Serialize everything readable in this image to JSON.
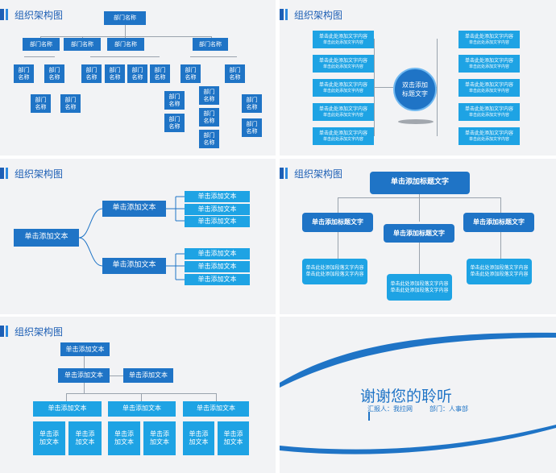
{
  "s1": {
    "title": "组织架构图",
    "root": "部门名称",
    "level2": [
      "部门名称",
      "部门名称",
      "部门名称",
      "部门名称"
    ],
    "cell": "部门\n名称"
  },
  "s2": {
    "title": "组织架构图",
    "center": "双击添加\n标题文字",
    "item_line1": "单击此处添加文字内容",
    "item_line2": "单击此处添加文字内容"
  },
  "s3": {
    "title": "组织架构图",
    "root": "单击添加文本",
    "mid": "单击添加文本",
    "leaf": "单击添加文本"
  },
  "s4": {
    "title": "组织架构图",
    "top": "单击添加标题文字",
    "mid_left": "单击添加标题文字",
    "mid_center": "单击添加标题文字",
    "mid_right": "单击添加标题文字",
    "desc": "单击此处添加段落文字内容\n单击此处添加段落文字内容"
  },
  "s5": {
    "title": "组织架构图",
    "top": "单击添加文本",
    "mid": "单击添加文本",
    "side": "单击添加文本",
    "group": "单击添加文本",
    "cell": "单击添\n加文本"
  },
  "s6": {
    "thanks": "谢谢您的聆听",
    "reporter": "汇报人：我拉网",
    "dept": "部门：人事部"
  },
  "colors": {
    "dark_blue": "#1f74c6",
    "light_blue": "#1ea3e4",
    "title_blue": "#1d5fb5",
    "bg": "#f2f3f5"
  }
}
